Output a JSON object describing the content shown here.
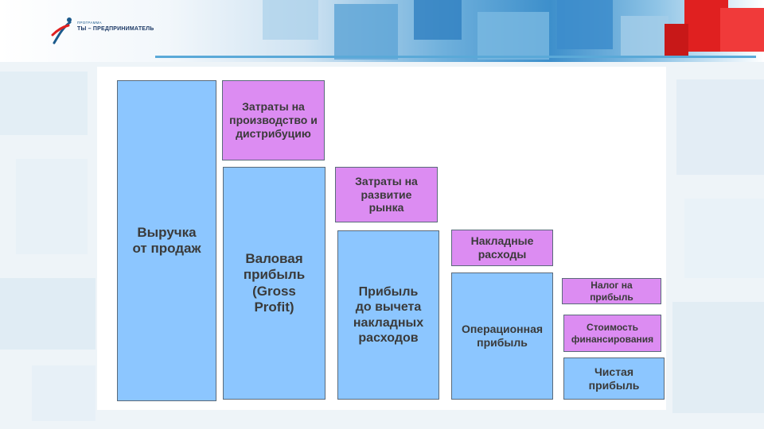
{
  "header": {
    "logo_small": "ПРОГРАММА",
    "logo_main": "ТЫ – ПРЕДПРИНИМАТЕЛЬ"
  },
  "colors": {
    "revenue_box": "#8cc6ff",
    "cost_box": "#dc8cf2",
    "accent_red": "#e02020",
    "accent_blue": "#3d8fcb"
  },
  "diagram": {
    "revenue": "Выручка\nот продаж",
    "production_costs": "Затраты на\nпроизводство и\nдистрибуцию",
    "gross_profit": "Валовая\nприбыль\n(Gross\nProfit)",
    "market_costs": "Затраты на\nразвитие\nрынка",
    "profit_before_overhead": "Прибыль\nдо вычета\nнакладных\nрасходов",
    "overhead": "Накладные\nрасходы",
    "operating_profit": "Операционная\nприбыль",
    "tax": "Налог на\nприбыль",
    "financing_cost": "Стоимость\nфинансирования",
    "net_profit": "Чистая\nприбыль"
  }
}
